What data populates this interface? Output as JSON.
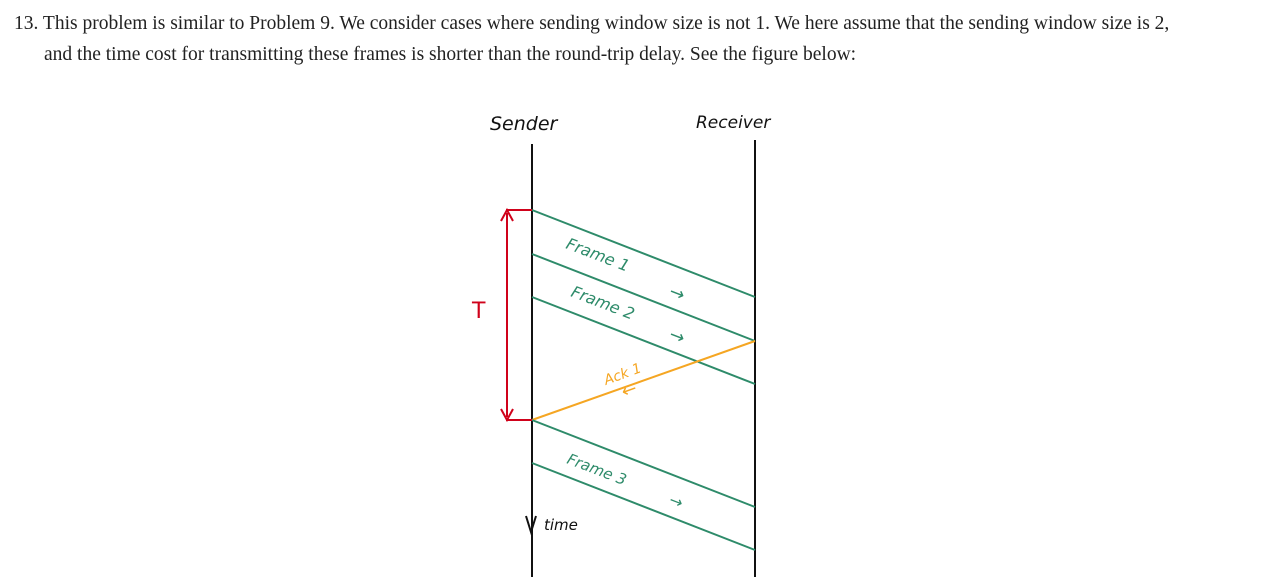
{
  "problem": {
    "number": "13.",
    "text_line1": "This problem is similar to Problem 9. We consider cases where sending window size is not 1. We here assume that the sending window size is 2,",
    "text_line2": "and the time cost for transmitting these frames is shorter than the round-trip delay. See the figure below:"
  },
  "figure": {
    "sender_label": "Sender",
    "receiver_label": "Receiver",
    "interval_label": "T",
    "time_label": "time",
    "frames": [
      {
        "label": "Frame 1",
        "arrow": "→"
      },
      {
        "label": "Frame 2",
        "arrow": "→"
      },
      {
        "label": "Frame 3",
        "arrow": "→"
      }
    ],
    "ack": {
      "label": "Ack 1",
      "arrow": "←"
    },
    "colors": {
      "frame": "#2e8b6a",
      "ack": "#f5a623",
      "interval": "#d0021b",
      "timeline": "#111111"
    }
  }
}
